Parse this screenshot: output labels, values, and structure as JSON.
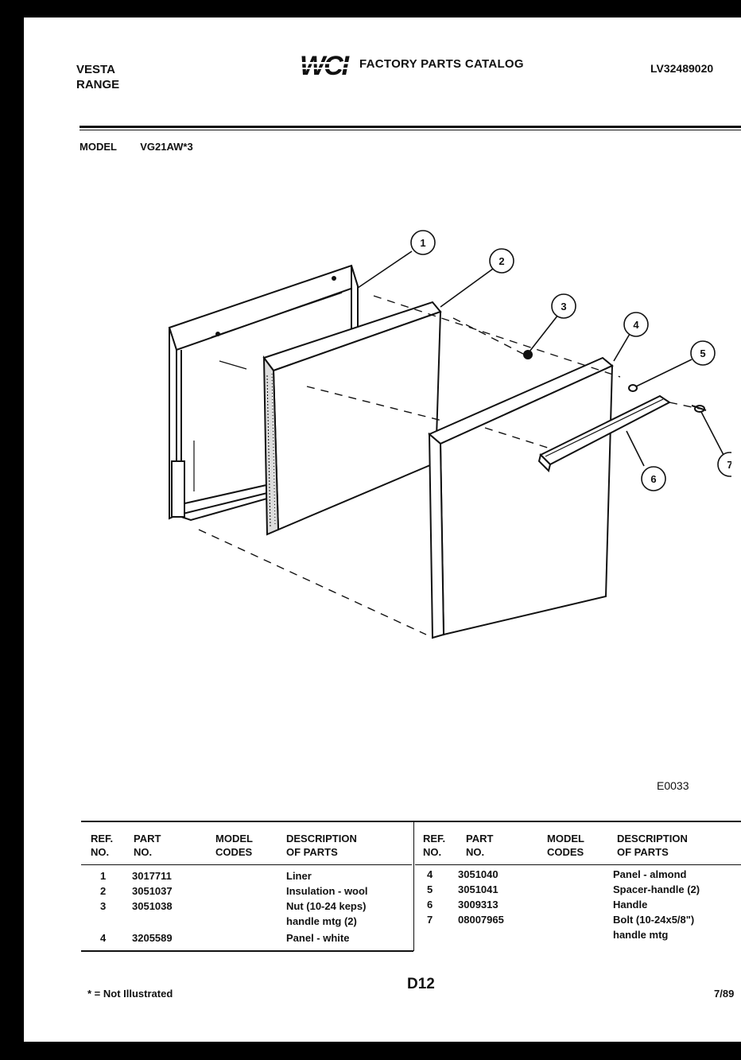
{
  "header": {
    "brand_line1": "VESTA",
    "brand_line2": "RANGE",
    "logo_text": "WCI",
    "catalog_title": "FACTORY PARTS CATALOG",
    "document_number": "LV32489020"
  },
  "model": {
    "label": "MODEL",
    "value": "VG21AW*3"
  },
  "diagram": {
    "callouts": [
      "1",
      "2",
      "3",
      "4",
      "5",
      "6",
      "7"
    ],
    "drawing_code": "E0033"
  },
  "table": {
    "headers": {
      "ref_no": [
        "REF.",
        "NO."
      ],
      "part_no": [
        "PART",
        "NO."
      ],
      "model_codes": [
        "MODEL",
        "CODES"
      ],
      "description": [
        "DESCRIPTION",
        "OF PARTS"
      ]
    },
    "left_rows": [
      {
        "ref": "1",
        "part": "3017711",
        "desc": [
          "Liner"
        ]
      },
      {
        "ref": "2",
        "part": "3051037",
        "desc": [
          "Insulation - wool"
        ]
      },
      {
        "ref": "3",
        "part": "3051038",
        "desc": [
          "Nut (10-24 keps)",
          "handle mtg (2)"
        ]
      },
      {
        "ref": "4",
        "part": "3205589",
        "desc": [
          "Panel - white"
        ]
      }
    ],
    "right_rows": [
      {
        "ref": "4",
        "part": "3051040",
        "desc": [
          "Panel - almond"
        ]
      },
      {
        "ref": "5",
        "part": "3051041",
        "desc": [
          "Spacer-handle (2)"
        ]
      },
      {
        "ref": "6",
        "part": "3009313",
        "desc": [
          "Handle"
        ]
      },
      {
        "ref": "7",
        "part": "08007965",
        "desc": [
          "Bolt (10-24x5/8\")",
          "handle mtg"
        ]
      }
    ]
  },
  "footer": {
    "note": "* = Not Illustrated",
    "page_code": "D12",
    "date": "7/89"
  }
}
